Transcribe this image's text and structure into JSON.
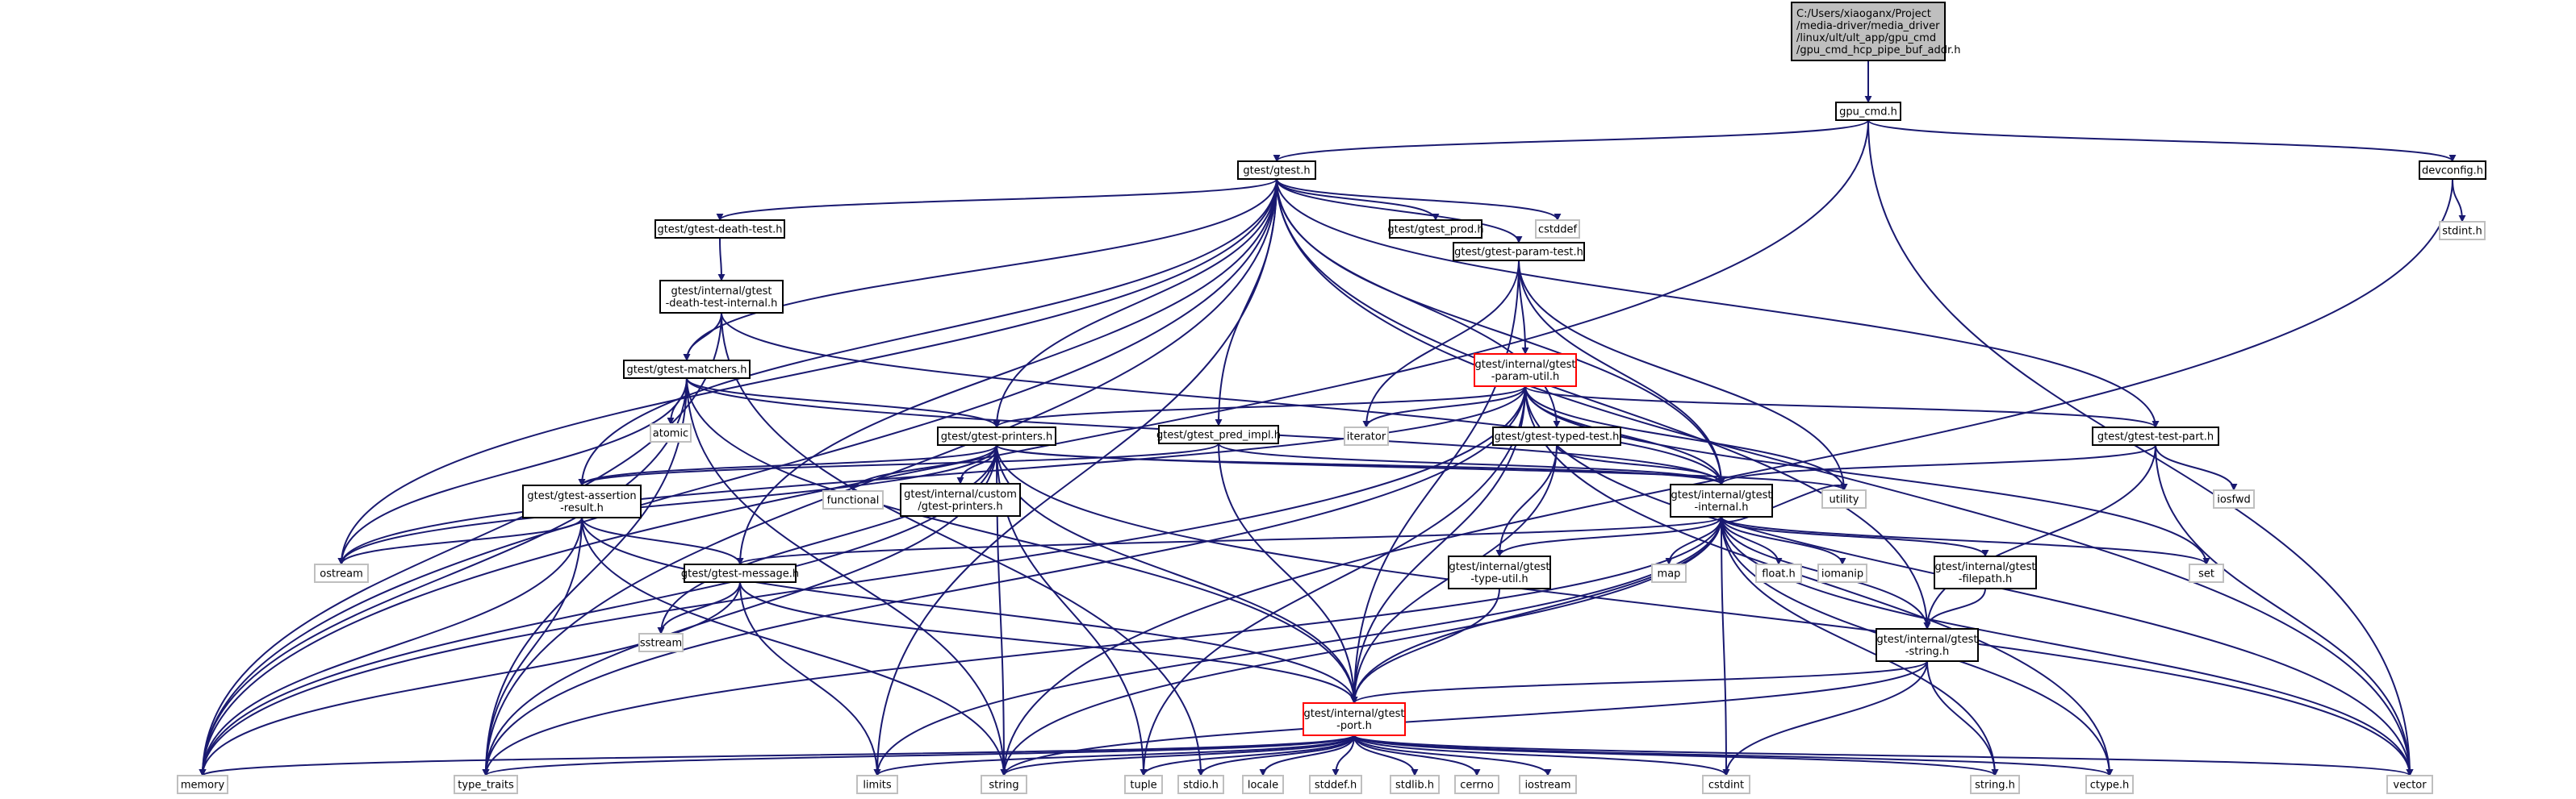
{
  "colors": {
    "edge": "#191970",
    "std_border": "#bfbfbf",
    "header_border": "#000000",
    "truncated_border": "#ff0000",
    "root_fill": "#bfbfbf"
  },
  "nodes": [
    {
      "id": "root",
      "kind": "root",
      "lines": [
        "C:/Users/xiaoganx/Project",
        "/media-driver/media_driver",
        "/linux/ult/ult_app/gpu_cmd",
        "/gpu_cmd_hcp_pipe_buf_addr.h"
      ]
    },
    {
      "id": "gpu_cmd",
      "kind": "hdr",
      "lines": [
        "gpu_cmd.h"
      ]
    },
    {
      "id": "gtest",
      "kind": "hdr",
      "lines": [
        "gtest/gtest.h"
      ]
    },
    {
      "id": "devconfig",
      "kind": "hdr",
      "lines": [
        "devconfig.h"
      ]
    },
    {
      "id": "stdint_h",
      "kind": "std",
      "lines": [
        "stdint.h"
      ]
    },
    {
      "id": "death_test",
      "kind": "hdr",
      "lines": [
        "gtest/gtest-death-test.h"
      ]
    },
    {
      "id": "gtest_prod",
      "kind": "hdr",
      "lines": [
        "gtest/gtest_prod.h"
      ]
    },
    {
      "id": "cstddef",
      "kind": "std",
      "lines": [
        "cstddef"
      ]
    },
    {
      "id": "death_internal",
      "kind": "hdr",
      "lines": [
        "gtest/internal/gtest",
        "-death-test-internal.h"
      ]
    },
    {
      "id": "param_test",
      "kind": "hdr",
      "lines": [
        "gtest/gtest-param-test.h"
      ]
    },
    {
      "id": "matchers",
      "kind": "hdr",
      "lines": [
        "gtest/gtest-matchers.h"
      ]
    },
    {
      "id": "param_util",
      "kind": "trunc",
      "lines": [
        "gtest/internal/gtest",
        "-param-util.h"
      ]
    },
    {
      "id": "atomic",
      "kind": "std",
      "lines": [
        "atomic"
      ]
    },
    {
      "id": "printers",
      "kind": "hdr",
      "lines": [
        "gtest/gtest-printers.h"
      ]
    },
    {
      "id": "pred_impl",
      "kind": "hdr",
      "lines": [
        "gtest/gtest_pred_impl.h"
      ]
    },
    {
      "id": "iterator",
      "kind": "std",
      "lines": [
        "iterator"
      ]
    },
    {
      "id": "typed_test",
      "kind": "hdr",
      "lines": [
        "gtest/gtest-typed-test.h"
      ]
    },
    {
      "id": "test_part",
      "kind": "hdr",
      "lines": [
        "gtest/gtest-test-part.h"
      ]
    },
    {
      "id": "functional",
      "kind": "std",
      "lines": [
        "functional"
      ]
    },
    {
      "id": "custom_printers",
      "kind": "hdr",
      "lines": [
        "gtest/internal/custom",
        "/gtest-printers.h"
      ]
    },
    {
      "id": "utility",
      "kind": "std",
      "lines": [
        "utility"
      ]
    },
    {
      "id": "iosfwd",
      "kind": "std",
      "lines": [
        "iosfwd"
      ]
    },
    {
      "id": "assertion",
      "kind": "hdr",
      "lines": [
        "gtest/gtest-assertion",
        "-result.h"
      ]
    },
    {
      "id": "internal",
      "kind": "hdr",
      "lines": [
        "gtest/internal/gtest",
        "-internal.h"
      ]
    },
    {
      "id": "ostream",
      "kind": "std",
      "lines": [
        "ostream"
      ]
    },
    {
      "id": "message",
      "kind": "hdr",
      "lines": [
        "gtest/gtest-message.h"
      ]
    },
    {
      "id": "type_util",
      "kind": "hdr",
      "lines": [
        "gtest/internal/gtest",
        "-type-util.h"
      ]
    },
    {
      "id": "map",
      "kind": "std",
      "lines": [
        "map"
      ]
    },
    {
      "id": "float_h",
      "kind": "std",
      "lines": [
        "float.h"
      ]
    },
    {
      "id": "iomanip",
      "kind": "std",
      "lines": [
        "iomanip"
      ]
    },
    {
      "id": "filepath",
      "kind": "hdr",
      "lines": [
        "gtest/internal/gtest",
        "-filepath.h"
      ]
    },
    {
      "id": "set",
      "kind": "std",
      "lines": [
        "set"
      ]
    },
    {
      "id": "sstream",
      "kind": "std",
      "lines": [
        "sstream"
      ]
    },
    {
      "id": "gstring",
      "kind": "hdr",
      "lines": [
        "gtest/internal/gtest",
        "-string.h"
      ]
    },
    {
      "id": "port",
      "kind": "trunc",
      "lines": [
        "gtest/internal/gtest",
        "-port.h"
      ]
    },
    {
      "id": "memory",
      "kind": "std",
      "lines": [
        "memory"
      ]
    },
    {
      "id": "type_traits",
      "kind": "std",
      "lines": [
        "type_traits"
      ]
    },
    {
      "id": "limits",
      "kind": "std",
      "lines": [
        "limits"
      ]
    },
    {
      "id": "string",
      "kind": "std",
      "lines": [
        "string"
      ]
    },
    {
      "id": "tuple",
      "kind": "std",
      "lines": [
        "tuple"
      ]
    },
    {
      "id": "stdio_h",
      "kind": "std",
      "lines": [
        "stdio.h"
      ]
    },
    {
      "id": "locale",
      "kind": "std",
      "lines": [
        "locale"
      ]
    },
    {
      "id": "stddef_h",
      "kind": "std",
      "lines": [
        "stddef.h"
      ]
    },
    {
      "id": "stdlib_h",
      "kind": "std",
      "lines": [
        "stdlib.h"
      ]
    },
    {
      "id": "cerrno",
      "kind": "std",
      "lines": [
        "cerrno"
      ]
    },
    {
      "id": "iostream",
      "kind": "std",
      "lines": [
        "iostream"
      ]
    },
    {
      "id": "cstdint",
      "kind": "std",
      "lines": [
        "cstdint"
      ]
    },
    {
      "id": "string_h",
      "kind": "std",
      "lines": [
        "string.h"
      ]
    },
    {
      "id": "ctype_h",
      "kind": "std",
      "lines": [
        "ctype.h"
      ]
    },
    {
      "id": "vector",
      "kind": "std",
      "lines": [
        "vector"
      ]
    }
  ],
  "edges": [
    [
      "root",
      "gpu_cmd"
    ],
    [
      "gpu_cmd",
      "gtest"
    ],
    [
      "gpu_cmd",
      "devconfig"
    ],
    [
      "gpu_cmd",
      "memory"
    ],
    [
      "gpu_cmd",
      "vector"
    ],
    [
      "devconfig",
      "stdint_h"
    ],
    [
      "devconfig",
      "string"
    ],
    [
      "gtest",
      "death_test"
    ],
    [
      "gtest",
      "gtest_prod"
    ],
    [
      "gtest",
      "cstddef"
    ],
    [
      "gtest",
      "param_test"
    ],
    [
      "gtest",
      "matchers"
    ],
    [
      "gtest",
      "printers"
    ],
    [
      "gtest",
      "pred_impl"
    ],
    [
      "gtest",
      "typed_test"
    ],
    [
      "gtest",
      "test_part"
    ],
    [
      "gtest",
      "assertion"
    ],
    [
      "gtest",
      "message"
    ],
    [
      "gtest",
      "internal"
    ],
    [
      "gtest",
      "gstring"
    ],
    [
      "gtest",
      "ostream"
    ],
    [
      "gtest",
      "memory"
    ],
    [
      "gtest",
      "type_traits"
    ],
    [
      "gtest",
      "limits"
    ],
    [
      "gtest",
      "vector"
    ],
    [
      "death_test",
      "death_internal"
    ],
    [
      "death_internal",
      "matchers"
    ],
    [
      "death_internal",
      "internal"
    ],
    [
      "death_internal",
      "memory"
    ],
    [
      "death_internal",
      "stdio_h"
    ],
    [
      "param_test",
      "param_util"
    ],
    [
      "param_test",
      "internal"
    ],
    [
      "param_test",
      "port"
    ],
    [
      "param_test",
      "iterator"
    ],
    [
      "param_test",
      "utility"
    ],
    [
      "matchers",
      "printers"
    ],
    [
      "matchers",
      "internal"
    ],
    [
      "matchers",
      "port"
    ],
    [
      "matchers",
      "atomic"
    ],
    [
      "matchers",
      "ostream"
    ],
    [
      "matchers",
      "memory"
    ],
    [
      "matchers",
      "string"
    ],
    [
      "matchers",
      "type_traits"
    ],
    [
      "param_util",
      "printers"
    ],
    [
      "param_util",
      "test_part"
    ],
    [
      "param_util",
      "internal"
    ],
    [
      "param_util",
      "port"
    ],
    [
      "param_util",
      "iterator"
    ],
    [
      "param_util",
      "utility"
    ],
    [
      "param_util",
      "set"
    ],
    [
      "param_util",
      "ctype_h"
    ],
    [
      "param_util",
      "vector"
    ],
    [
      "param_util",
      "tuple"
    ],
    [
      "param_util",
      "memory"
    ],
    [
      "param_util",
      "ostream"
    ],
    [
      "param_util",
      "type_traits"
    ],
    [
      "printers",
      "assertion"
    ],
    [
      "printers",
      "internal"
    ],
    [
      "printers",
      "port"
    ],
    [
      "printers",
      "custom_printers"
    ],
    [
      "printers",
      "functional"
    ],
    [
      "printers",
      "memory"
    ],
    [
      "printers",
      "string"
    ],
    [
      "printers",
      "sstream"
    ],
    [
      "printers",
      "tuple"
    ],
    [
      "printers",
      "type_traits"
    ],
    [
      "printers",
      "utility"
    ],
    [
      "printers",
      "vector"
    ],
    [
      "printers",
      "ostream"
    ],
    [
      "pred_impl",
      "assertion"
    ],
    [
      "pred_impl",
      "internal"
    ],
    [
      "pred_impl",
      "port"
    ],
    [
      "typed_test",
      "internal"
    ],
    [
      "typed_test",
      "port"
    ],
    [
      "typed_test",
      "type_util"
    ],
    [
      "test_part",
      "internal"
    ],
    [
      "test_part",
      "gstring"
    ],
    [
      "test_part",
      "iosfwd"
    ],
    [
      "test_part",
      "vector"
    ],
    [
      "assertion",
      "message"
    ],
    [
      "assertion",
      "port"
    ],
    [
      "assertion",
      "ostream"
    ],
    [
      "assertion",
      "memory"
    ],
    [
      "assertion",
      "string"
    ],
    [
      "assertion",
      "type_traits"
    ],
    [
      "internal",
      "message"
    ],
    [
      "internal",
      "filepath"
    ],
    [
      "internal",
      "gstring"
    ],
    [
      "internal",
      "type_util"
    ],
    [
      "internal",
      "port"
    ],
    [
      "internal",
      "map"
    ],
    [
      "internal",
      "float_h"
    ],
    [
      "internal",
      "iomanip"
    ],
    [
      "internal",
      "set"
    ],
    [
      "internal",
      "string"
    ],
    [
      "internal",
      "string_h"
    ],
    [
      "internal",
      "utility"
    ],
    [
      "internal",
      "vector"
    ],
    [
      "internal",
      "ctype_h"
    ],
    [
      "internal",
      "limits"
    ],
    [
      "internal",
      "cstdint"
    ],
    [
      "internal",
      "type_traits"
    ],
    [
      "message",
      "port"
    ],
    [
      "message",
      "sstream"
    ],
    [
      "message",
      "limits"
    ],
    [
      "message",
      "memory"
    ],
    [
      "type_util",
      "port"
    ],
    [
      "filepath",
      "gstring"
    ],
    [
      "gstring",
      "port"
    ],
    [
      "gstring",
      "cstdint"
    ],
    [
      "gstring",
      "string_h"
    ],
    [
      "gstring",
      "string"
    ],
    [
      "port",
      "memory"
    ],
    [
      "port",
      "type_traits"
    ],
    [
      "port",
      "limits"
    ],
    [
      "port",
      "string"
    ],
    [
      "port",
      "tuple"
    ],
    [
      "port",
      "stdio_h"
    ],
    [
      "port",
      "locale"
    ],
    [
      "port",
      "stddef_h"
    ],
    [
      "port",
      "stdlib_h"
    ],
    [
      "port",
      "cerrno"
    ],
    [
      "port",
      "iostream"
    ],
    [
      "port",
      "cstdint"
    ],
    [
      "port",
      "string_h"
    ],
    [
      "port",
      "ctype_h"
    ],
    [
      "port",
      "vector"
    ]
  ]
}
